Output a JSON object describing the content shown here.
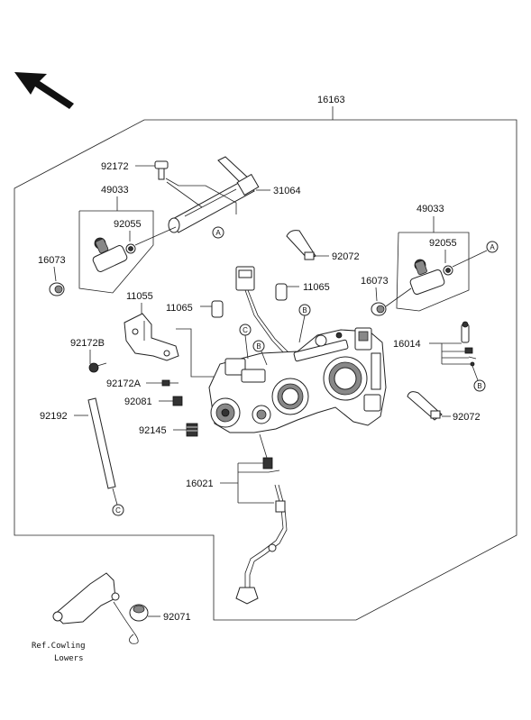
{
  "labels": {
    "assembly": "16163",
    "throttle_pulley": "31064",
    "bolt_top": "92172",
    "bracket_left": "49033",
    "bracket_right": "49033",
    "oring_left": "92055",
    "oring_right": "92055",
    "seal_left": "16073",
    "seal_right": "16073",
    "sensor_bracket": "11055",
    "cap_upper": "11065",
    "cap_lower": "11065",
    "band_upper": "92072",
    "band_lower": "92072",
    "screw_b": "92172B",
    "screw_a": "92172A",
    "spring_a": "92081",
    "spring_b": "92145",
    "hose": "92192",
    "screw_set_top": "16014",
    "screw_set_bottom": "16021",
    "grommet": "92071",
    "ref_line1": "Ref.Cowling",
    "ref_line2": "Lowers"
  },
  "markers": {
    "a": "A",
    "b": "B",
    "c": "C"
  }
}
